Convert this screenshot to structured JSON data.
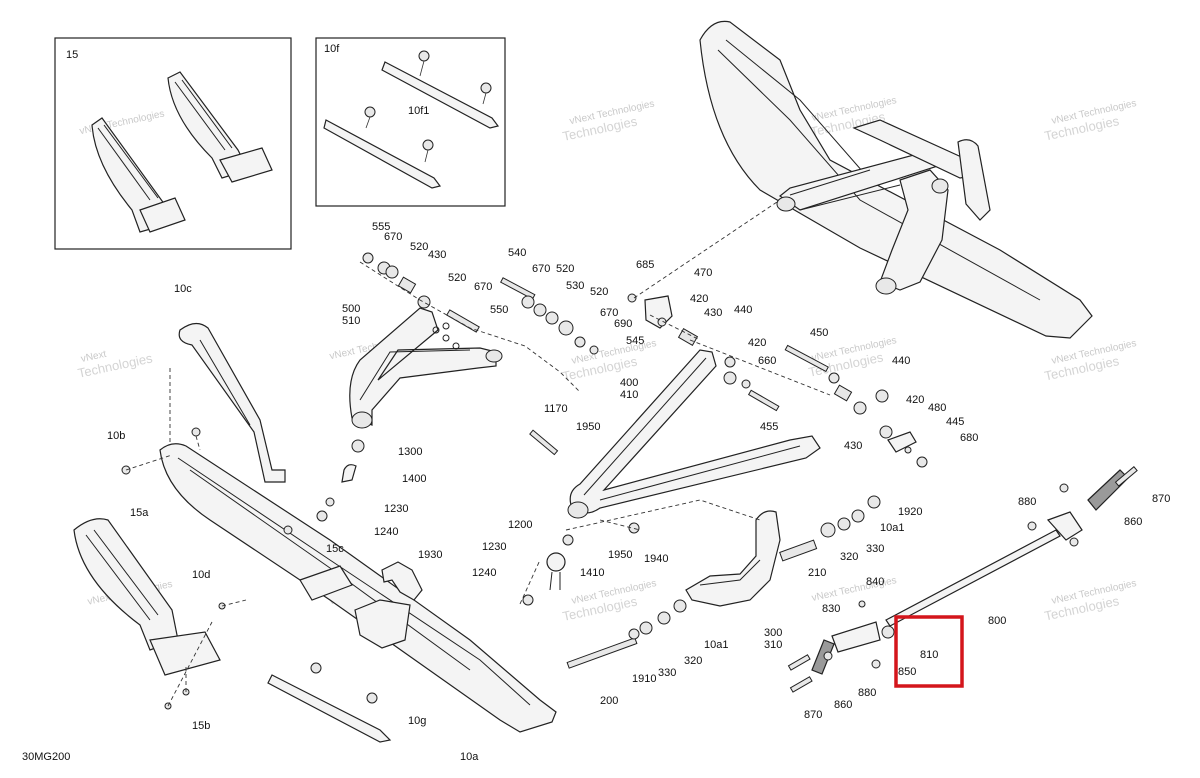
{
  "diagram_id": "30MG200",
  "watermark_text": "vNext Technologies",
  "watermark_text_short": "vNext",
  "watermark_text_long": "Technologies",
  "inset_labels": {
    "inset_15": "15",
    "inset_10f": "10f",
    "inset_10f1": "10f1"
  },
  "highlight_color": "#d4151b",
  "callouts": {
    "p10c": "10c",
    "p10b": "10b",
    "p15a": "15a",
    "p10d": "10d",
    "p15b": "15b",
    "p15c": "15c",
    "p10g": "10g",
    "p10a": "10a",
    "p1930": "1930",
    "p555": "555",
    "p670a": "670",
    "p520a": "520",
    "p430a": "430",
    "p520b": "520",
    "p670b": "670",
    "p550": "550",
    "p500": "500",
    "p510": "510",
    "p540": "540",
    "p670c": "670",
    "p520c": "520",
    "p530": "530",
    "p520d": "520",
    "p670d": "670",
    "p690": "690",
    "p545": "545",
    "p685": "685",
    "p470": "470",
    "p420a": "420",
    "p430b": "430",
    "p440a": "440",
    "p420b": "420",
    "p660": "660",
    "p455": "455",
    "p400": "400",
    "p410": "410",
    "p450": "450",
    "p440b": "440",
    "p420c": "420",
    "p430c": "430",
    "p480": "480",
    "p445": "445",
    "p680": "680",
    "p1300": "1300",
    "p1400": "1400",
    "p1230a": "1230",
    "p1240a": "1240",
    "p1170": "1170",
    "p1950a": "1950",
    "p1200": "1200",
    "p1230b": "1230",
    "p1240b": "1240",
    "p1410": "1410",
    "p1950b": "1950",
    "p1940": "1940",
    "p1920": "1920",
    "p10a1a": "10a1",
    "p330a": "330",
    "p320a": "320",
    "p210": "210",
    "p300": "300",
    "p310": "310",
    "p10a1b": "10a1",
    "p320b": "320",
    "p330b": "330",
    "p1910": "1910",
    "p200": "200",
    "p840": "840",
    "p830": "830",
    "p810": "810",
    "p850": "850",
    "p880a": "880",
    "p860a": "860",
    "p870a": "870",
    "p800": "800",
    "p880b": "880",
    "p860b": "860",
    "p870b": "870"
  }
}
